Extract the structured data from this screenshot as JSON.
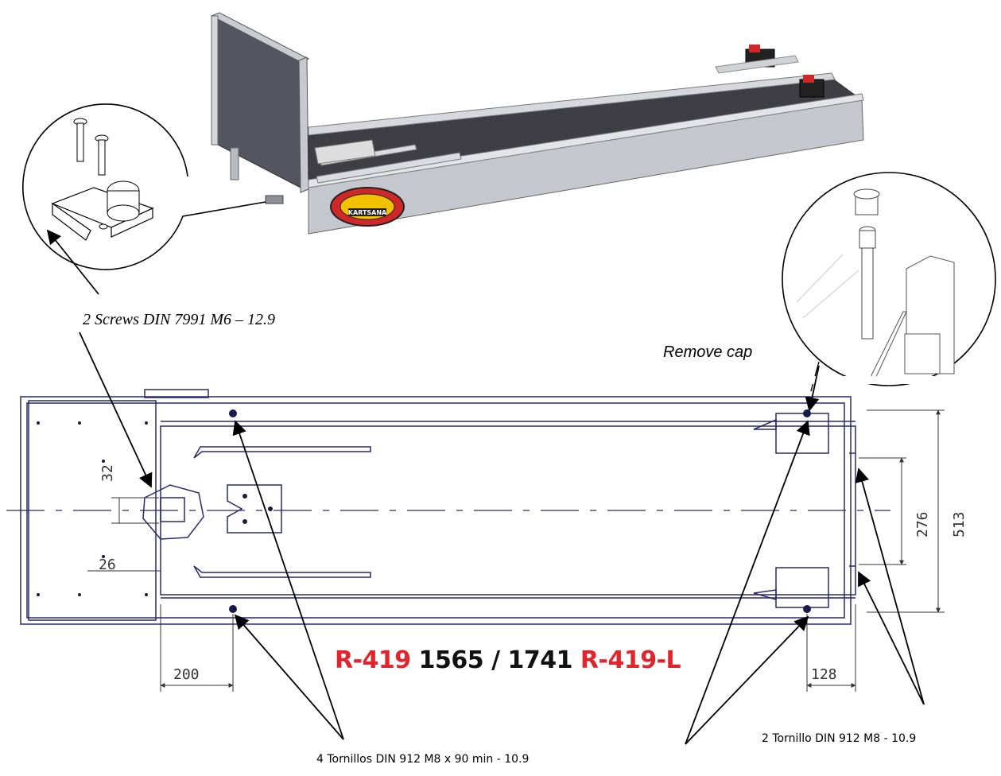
{
  "annotations": {
    "screws_top": "2 Screws DIN 7991 M6 – 12.9",
    "remove_cap": "Remove cap",
    "screws_right": "2 Tornillo DIN 912 M8  - 10.9",
    "screws_bottom": "4 Tornillos DIN 912 M8 x 90 min  - 10.9"
  },
  "title": {
    "model_a": "R-419",
    "sizes": " 1565 / 1741 ",
    "model_b": "R-419-L"
  },
  "dimensions": {
    "d32": "32",
    "d26": "26",
    "d200": "200",
    "d128": "128",
    "d276": "276",
    "d513": "513"
  },
  "logo": {
    "brand": "KARTSANA"
  },
  "colors": {
    "line": "#2a2a6a",
    "accent": "#e0262c",
    "body": "#bfc4cc",
    "bed": "#4a4a4f"
  }
}
